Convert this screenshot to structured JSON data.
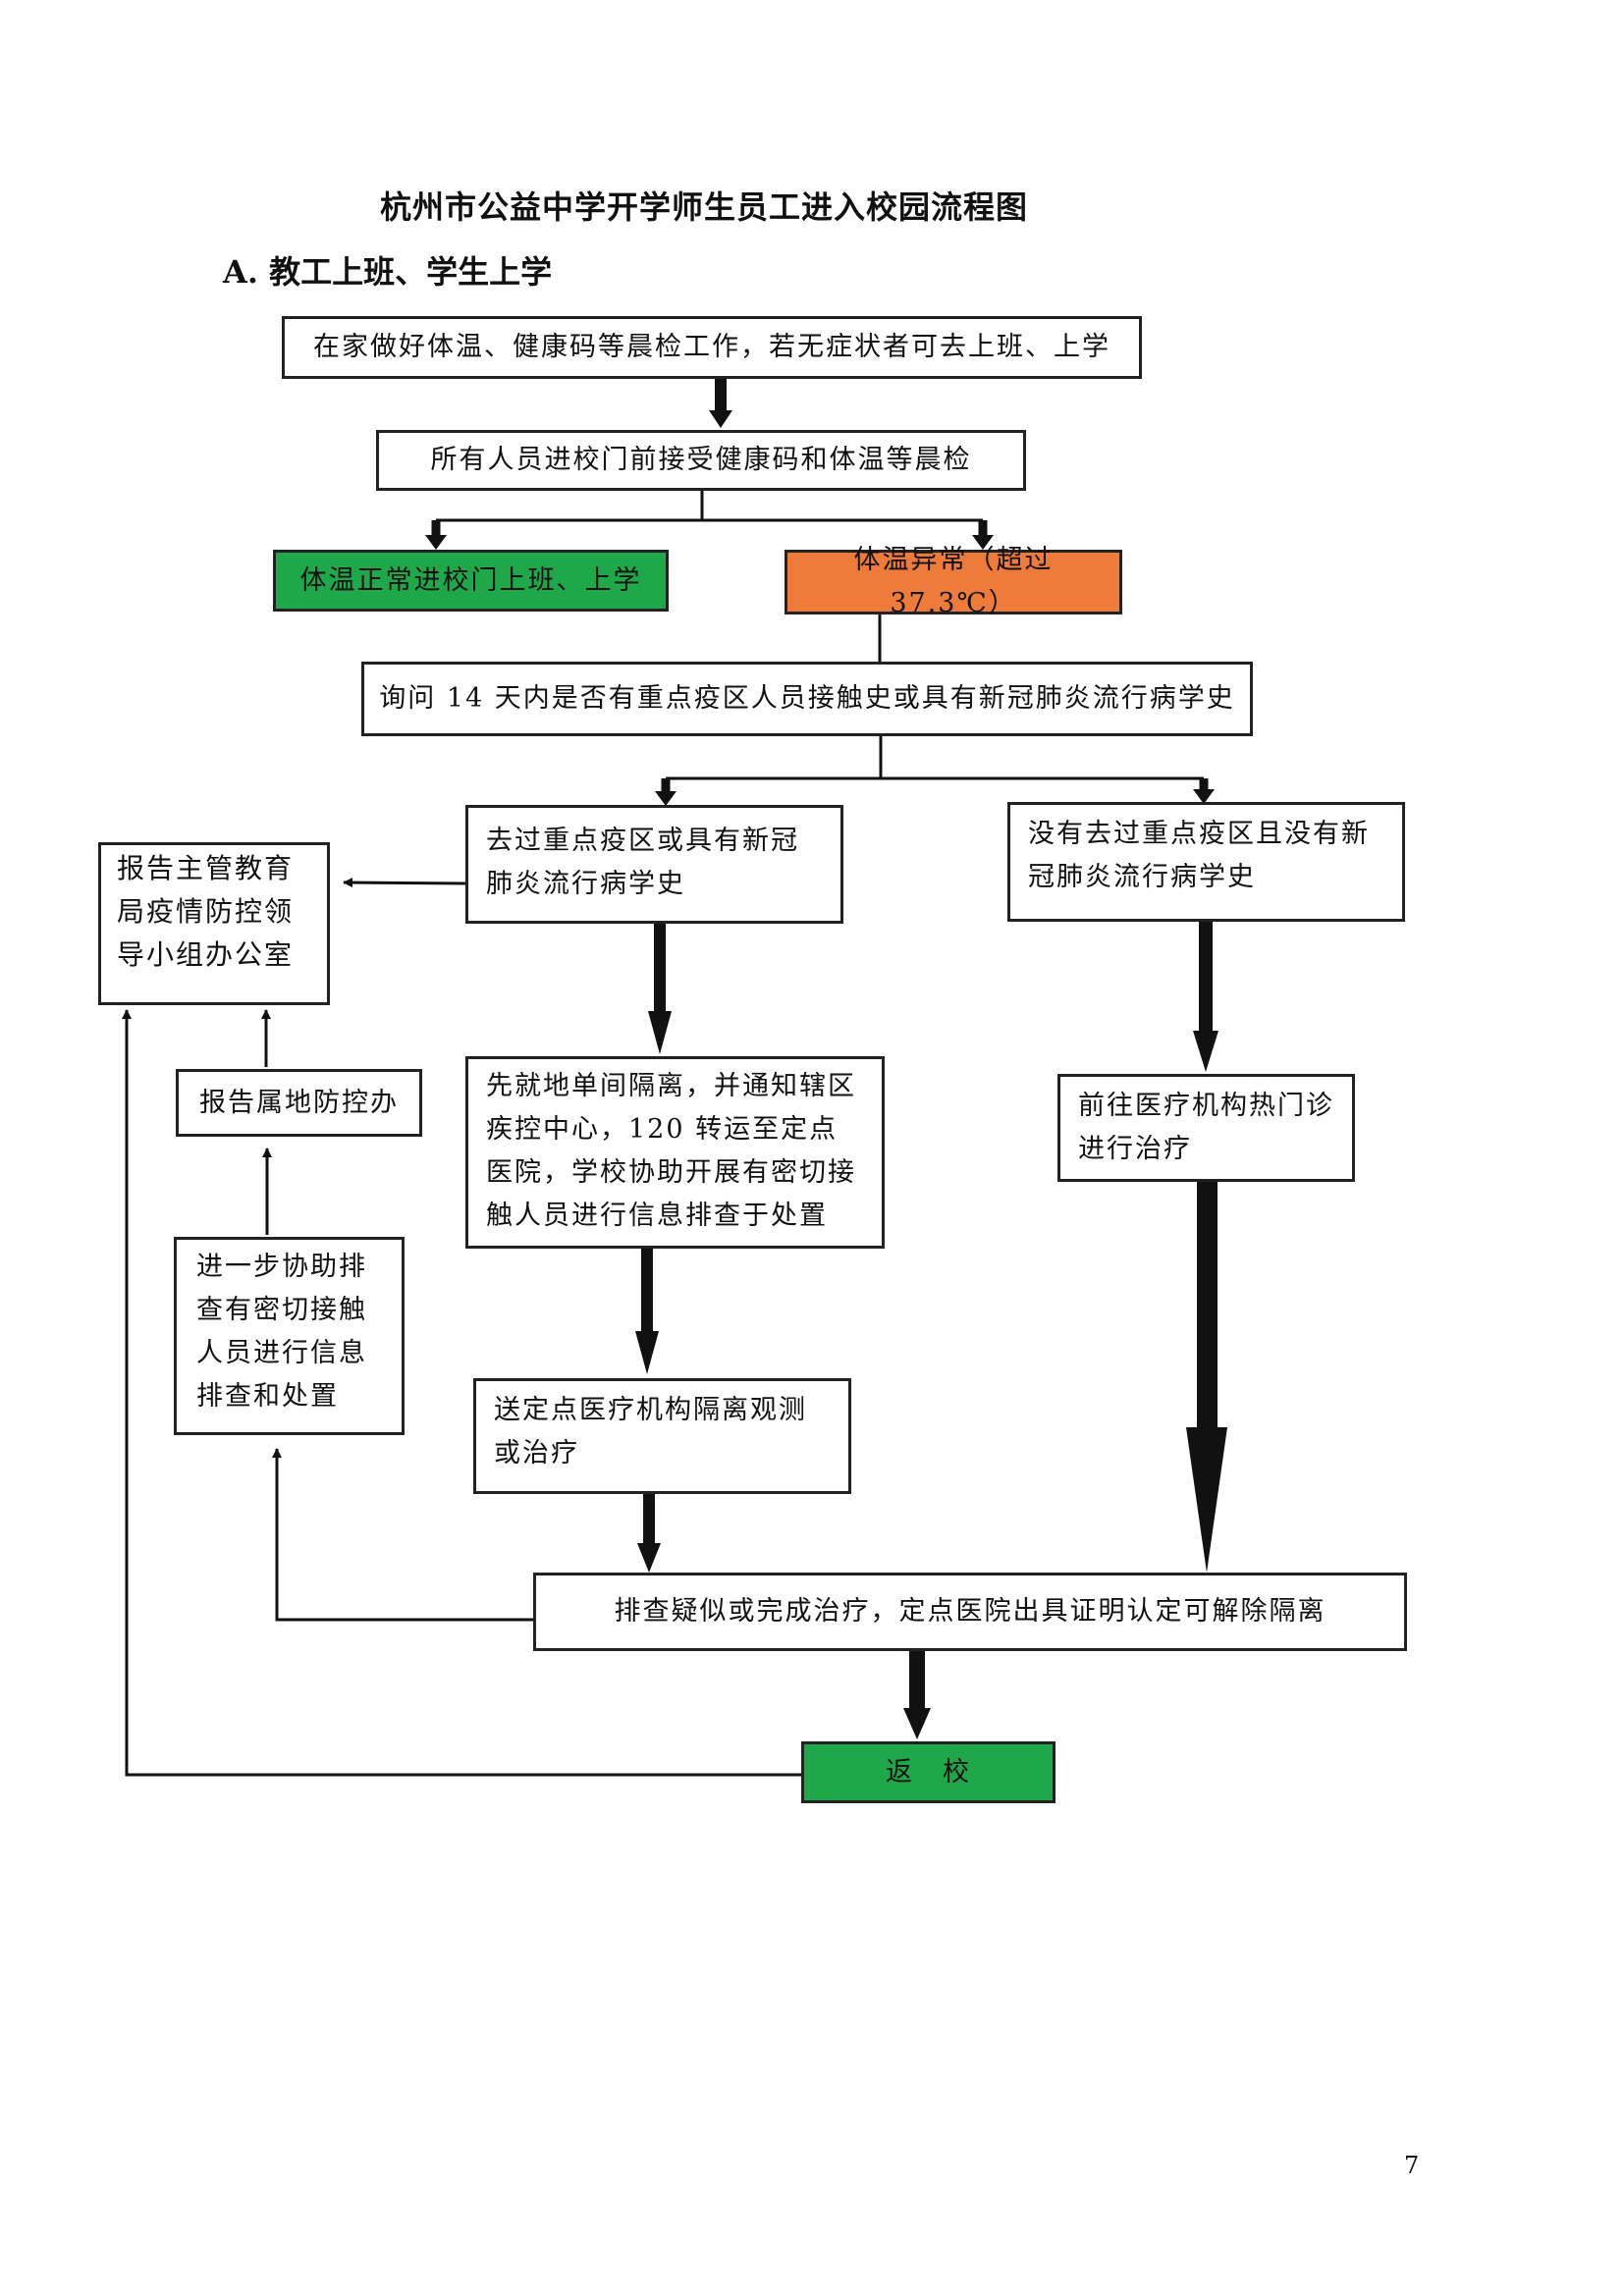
{
  "title": "杭州市公益中学开学师生员工进入校园流程图",
  "section": "A. 教工上班、学生上学",
  "nodes": {
    "home_check": "在家做好体温、健康码等晨检工作，若无症状者可去上班、上学",
    "gate_check": "所有人员进校门前接受健康码和体温等晨检",
    "temp_normal": "体温正常进校门上班、上学",
    "temp_abnormal": "体温异常（超过 37.3℃）",
    "inquire": "询问 14 天内是否有重点疫区人员接触史或具有新冠肺炎流行病学史",
    "has_history": "去过重点疫区或具有新冠肺炎流行病学史",
    "no_history": "没有去过重点疫区且没有新冠肺炎流行病学史",
    "report_edu": "报告主管教育局疫情防控领导小组办公室",
    "report_local": "报告属地防控办",
    "isolate_notify": "先就地单间隔离，并通知辖区疾控中心，120 转运至定点医院，学校协助开展有密切接触人员进行信息排查于处置",
    "fever_clinic": "前往医疗机构热门诊进行治疗",
    "assist_check": "进一步协助排查有密切接触人员进行信息排查和处置",
    "send_hospital": "送定点医疗机构隔离观测或治疗",
    "release": "排查疑似或完成治疗，定点医院出具证明认定可解除隔离",
    "return": "返　校"
  },
  "colors": {
    "green": "#1fa84a",
    "orange": "#ee7b3a"
  },
  "page_number": "7"
}
